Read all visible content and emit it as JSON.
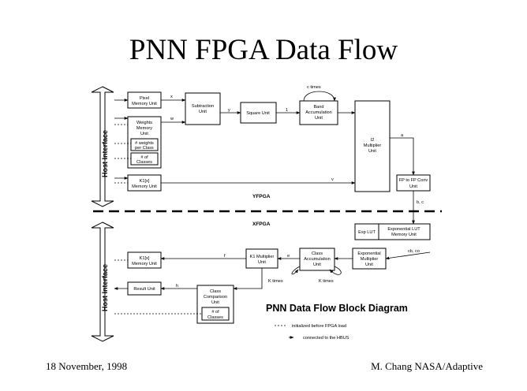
{
  "title": "PNN FPGA Data Flow",
  "footer": {
    "date": "18 November, 1998",
    "author": "M. Chang NASA/Adaptive"
  },
  "host_interface": {
    "top": "Host Interface",
    "bottom": "Host Interface"
  },
  "fpga": {
    "y": "YFPGA",
    "x": "XFPGA"
  },
  "blocks": {
    "pixel_mem": [
      "Pixel",
      "Memory Unit"
    ],
    "weight_mem": [
      "Weights",
      "Memory",
      "Unit"
    ],
    "weights_per_class": [
      "# weights",
      "per Class"
    ],
    "num_classes": [
      "# of",
      "Classes"
    ],
    "k1_mem": [
      "K1[x]",
      "Memory Unit"
    ],
    "subtraction": [
      "Subtraction",
      "Unit"
    ],
    "square": "Square Unit",
    "accum": [
      "Band",
      "Accumulation",
      "Unit"
    ],
    "i2_mult": [
      "I2",
      "Multiplier",
      "Unit"
    ],
    "fp_conv": "FP to FP Conv",
    "exp_box": "Exp LUT",
    "exp_lut": [
      "Exponential LUT",
      "Memory Unit"
    ],
    "exp_mult": [
      "Exponential",
      "Multiplier",
      "Unit"
    ],
    "class_accum": [
      "Class",
      "Accumulation",
      "Unit"
    ],
    "k1_mult": [
      "K1 Multiplier",
      "Unit"
    ],
    "k1_mem2": [
      "K1[x]",
      "Memory Unit"
    ],
    "result": "Result Unit",
    "class_compare": [
      "Class",
      "Comparison",
      "Unit"
    ],
    "num_classes2": [
      "# of",
      "Classes"
    ]
  },
  "signals": {
    "x": "x",
    "w": "w",
    "y": "y",
    "one": "1",
    "c_times": "c times",
    "a": "a",
    "v": "v",
    "bc": "b, c",
    "cbco": "cb, co",
    "f": "f",
    "e": "e",
    "k_times": "K times",
    "k_times_b": "K times",
    "h": "h"
  },
  "legend": {
    "title": "PNN Data Flow Block Diagram",
    "dotted": "initialized before FPGA load",
    "arrow": "connected to the HBUS"
  }
}
